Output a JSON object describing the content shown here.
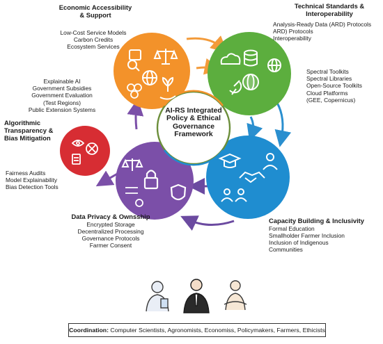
{
  "colors": {
    "orange": "#f3922a",
    "green": "#5cae3e",
    "blue": "#1f8dd0",
    "purple": "#7b4fa8",
    "red": "#d72d33"
  },
  "center": {
    "lines": [
      "AI-RS",
      "Integrated Policy",
      "& Ethical",
      "Governance",
      "Framework"
    ]
  },
  "economic": {
    "title_lines": [
      "Economic Accessibility",
      "& Support"
    ],
    "items": [
      "Low-Cost Service Models",
      "Carbon Credits",
      "Ecosystem Services"
    ],
    "items2": [
      "Explainable AI",
      "Government Subsidies",
      "Government Evaluation",
      "(Test Regions)",
      "Public Extension Systems"
    ],
    "icons": [
      "magnifier-chart-icon",
      "scales-icon",
      "globe-icon",
      "coins-icon",
      "plant-hand-icon"
    ]
  },
  "technical": {
    "title_lines": [
      "Technical Standards &",
      "Interoperability"
    ],
    "items": [
      "Analysis-Ready Data (ARD) Protocols",
      "ARD) Protocols",
      "Interoperability"
    ],
    "items2": [
      "Spectral Toolkits",
      "Spectral Libraries",
      "Open-Source Toolkits",
      "Cloud Platforms",
      "(GEE, Copernicus)"
    ],
    "icons": [
      "cloud-icon",
      "database-icon",
      "network-globe-icon",
      "satellite-dish-icon",
      "globe-icon"
    ]
  },
  "capacity": {
    "title_lines": [
      "Capacity Building & Inclusivity"
    ],
    "items": [
      "Formal Education",
      "Smallholder Farmer Inclusion",
      "Inclusion of Indigenous",
      "Communities"
    ],
    "icons": [
      "graduation-cap-icon",
      "handshake-icon",
      "people-group-icon"
    ]
  },
  "privacy": {
    "title_lines": [
      "Data Privacy & Ownsship"
    ],
    "items": [
      "Encrypted Storage",
      "Decentralized Processing",
      "Governance Protocols",
      "Farmer Consent"
    ],
    "icons": [
      "scales-icon",
      "padlock-icon",
      "shield-icon",
      "coins-icon"
    ]
  },
  "algorithmic": {
    "title_lines": [
      "Algorithmic",
      "Transparency &",
      "Bias Mitigation"
    ],
    "items": [
      "Fairness Audits",
      "Model Explainability",
      "Bias Detection Tools"
    ],
    "icons": [
      "eye-icon",
      "brain-icon",
      "document-icon"
    ]
  },
  "people_icons": [
    "scientist-icon",
    "policymaker-icon",
    "farmer-icon"
  ],
  "coordination": {
    "label": "Coordination:",
    "text": " Computer Scientists, Agronomists, Economiss, Policymakers, Farmers, Ethicists"
  }
}
